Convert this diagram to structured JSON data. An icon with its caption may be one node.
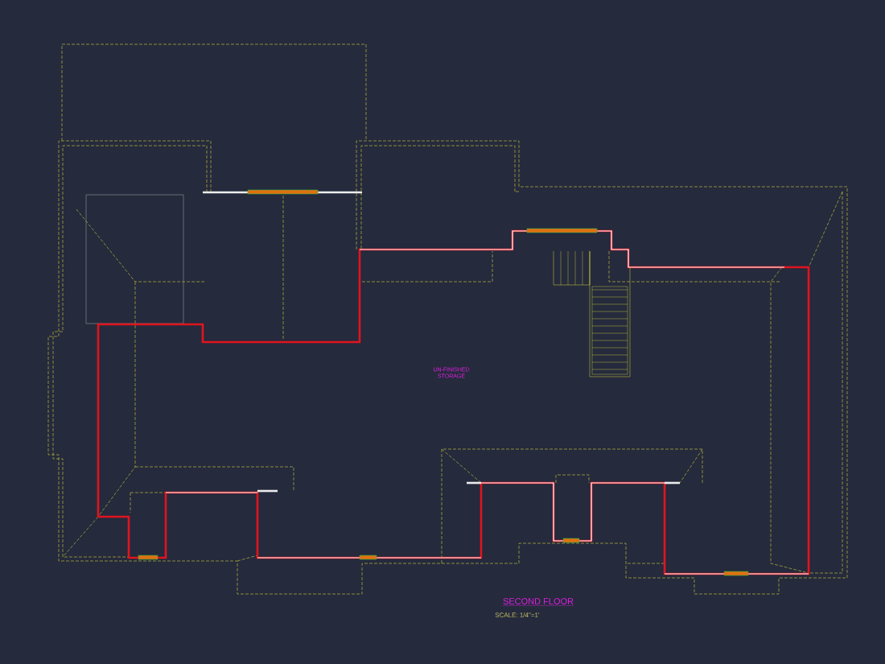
{
  "diagram": {
    "title": "SECOND FLOOR",
    "labels": [
      "UN-FINISHED STORAGE",
      "SCALE: 1/4\"=1'"
    ]
  }
}
